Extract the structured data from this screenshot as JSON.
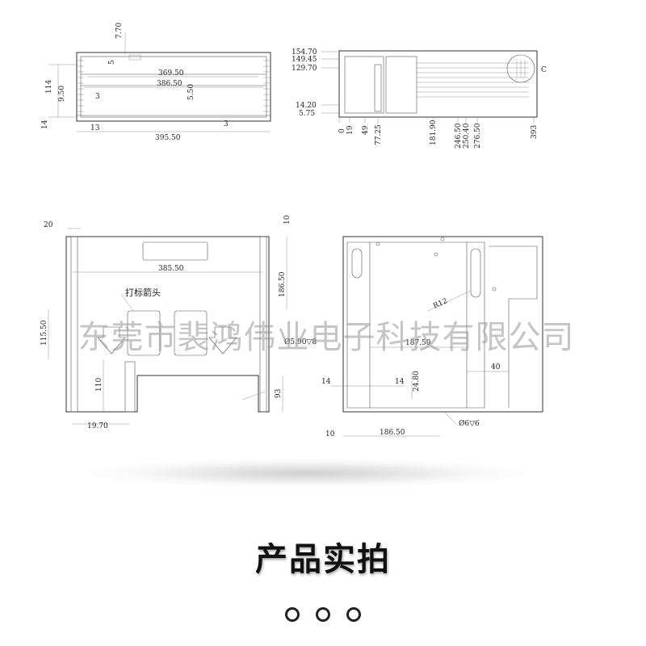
{
  "drawing": {
    "top_left": {
      "dims": [
        "7.70",
        "5",
        "114",
        "9.50",
        "3",
        "369.50",
        "386.50",
        "5.50",
        "14",
        "13",
        "3",
        "395.50"
      ]
    },
    "top_right": {
      "left_marks": [
        "154.70",
        "149.45",
        "129.70",
        "14.20",
        "5.75"
      ],
      "bottom_marks": [
        "0",
        "19",
        "49",
        "77.25",
        "181.90",
        "246.50",
        "250.40",
        "276.50",
        "393"
      ],
      "detail_label": "C"
    },
    "bottom_left": {
      "dims": [
        "20",
        "10",
        "385.50",
        "186.50",
        "115.50",
        "110",
        "93",
        "19.70"
      ],
      "annotation": "打标箭头",
      "hole_note": "Ø5.90▽8"
    },
    "bottom_right": {
      "dims": [
        "R12",
        "187.50",
        "40",
        "14",
        "14",
        "24.80",
        "10",
        "186.50"
      ],
      "hole_note": "Ø6▽6"
    }
  },
  "watermark": "东莞市裴鸿伟业电子科技有限公司",
  "section_title": "产品实拍",
  "pager": {
    "count": 3
  }
}
